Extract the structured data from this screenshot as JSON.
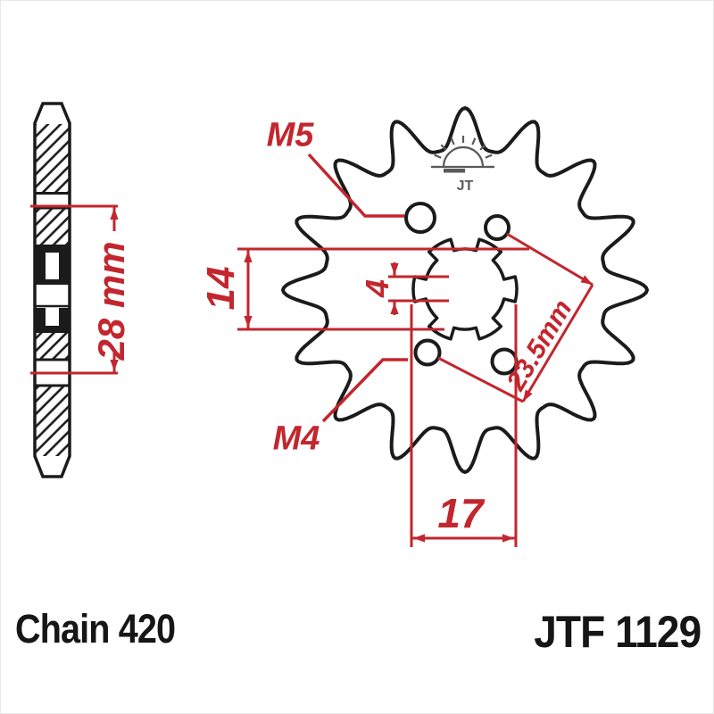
{
  "drawing": {
    "product_code": "JTF 1129",
    "chain_label": "Chain 420",
    "logo_text": "JT",
    "dimensions": {
      "top_hole_thread": "M5",
      "bottom_hole_thread": "M4",
      "bore_diameter": "14",
      "spline_notch_width": "4",
      "hole_spacing": "23.5mm",
      "spline_outer_diameter": "17",
      "hub_width": "28 mm"
    },
    "colors": {
      "outline": "#1b1b1b",
      "dimension_red": "#c2262e",
      "logo_gray": "#5a5a5a"
    }
  }
}
